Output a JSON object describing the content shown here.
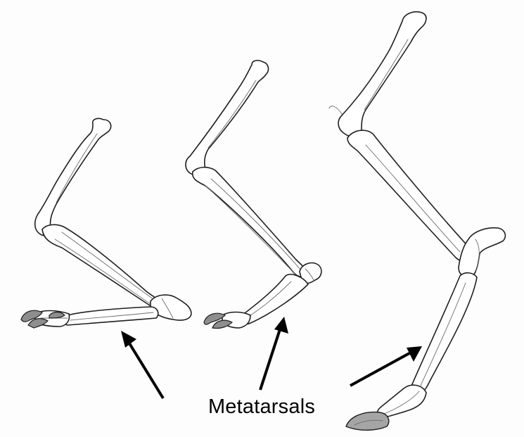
{
  "diagram": {
    "label": "Metatarsals",
    "figures": [
      {
        "id": "plantigrade-leg"
      },
      {
        "id": "digitigrade-leg"
      },
      {
        "id": "unguligrade-leg"
      }
    ],
    "arrows": 3,
    "colors": {
      "bone_fill": "#ffffff",
      "outline": "#1f1f1f",
      "claw_fill": "#8e8e8e",
      "hoof_fill": "#a5a5a5",
      "arrow": "#000000"
    }
  }
}
